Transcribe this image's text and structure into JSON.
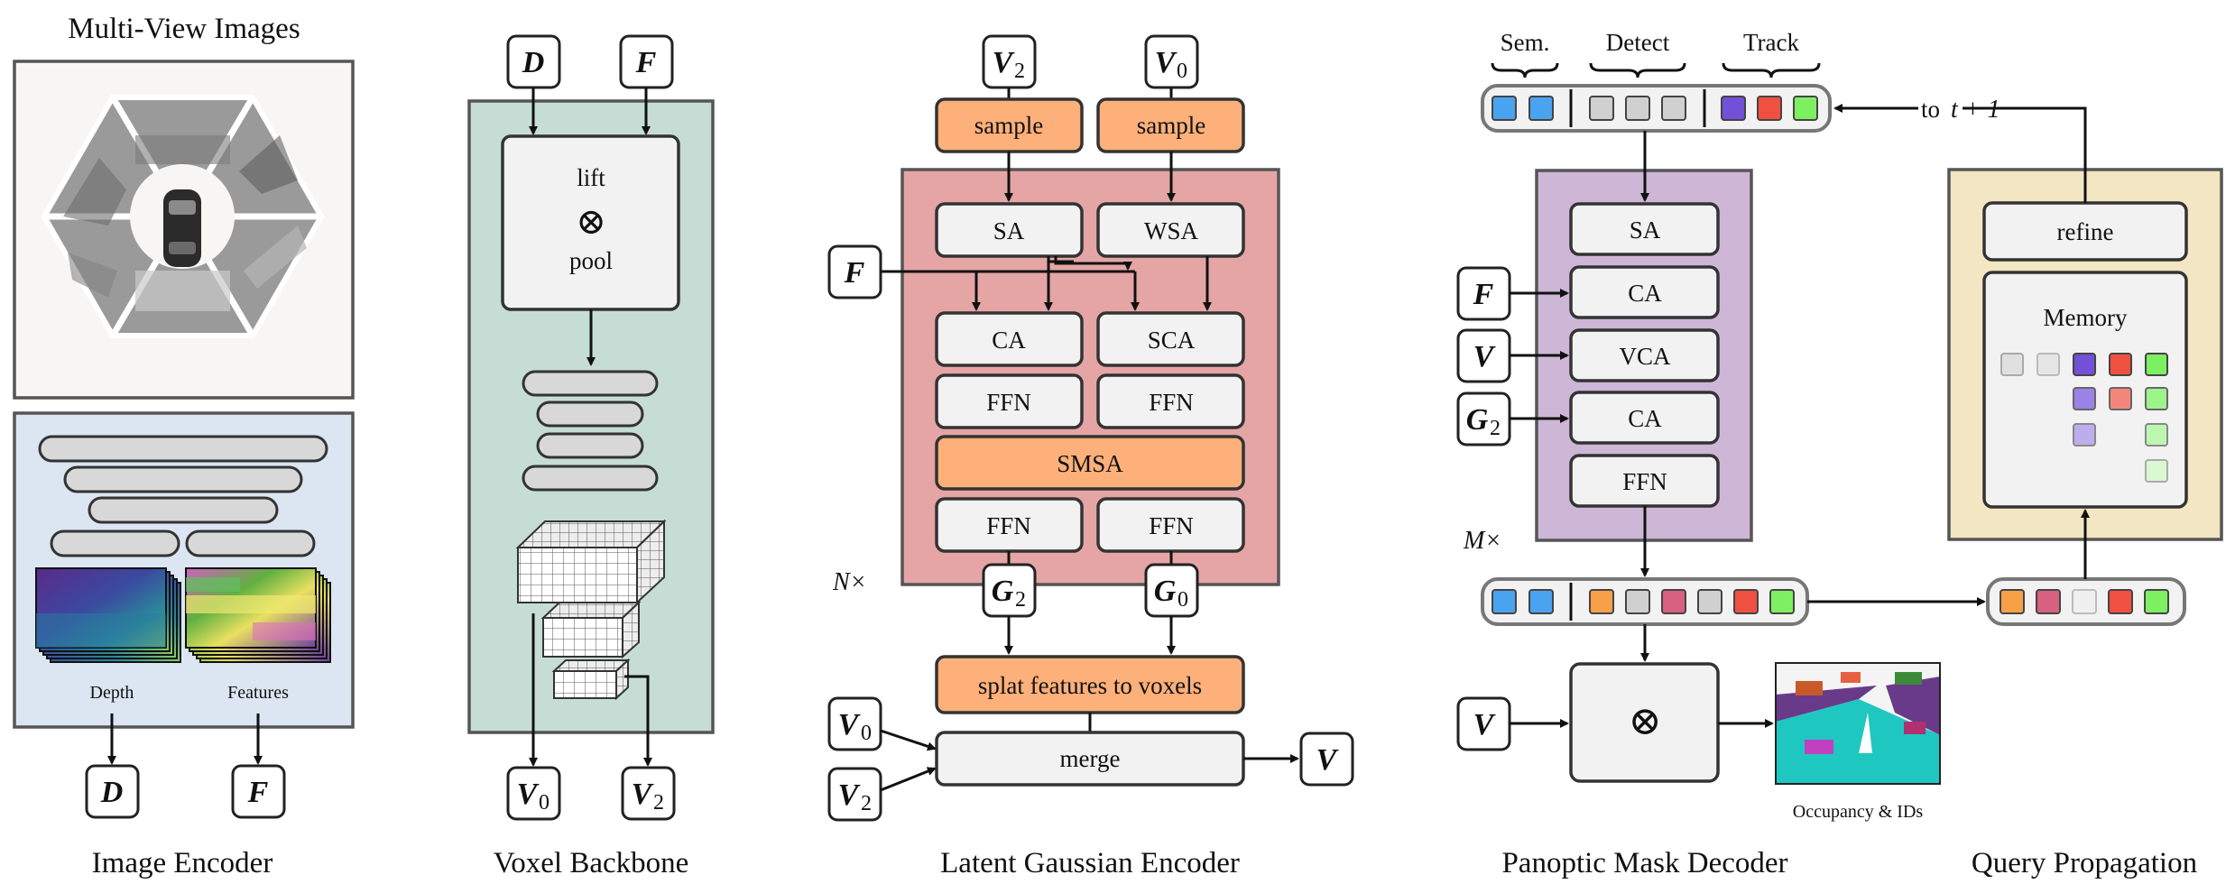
{
  "captions": {
    "image_encoder": "Image Encoder",
    "voxel_backbone": "Voxel Backbone",
    "latent_gaussian_encoder": "Latent Gaussian Encoder",
    "panoptic_mask_decoder": "Panoptic Mask Decoder",
    "query_propagation": "Query Propagation"
  },
  "image_encoder": {
    "title": "Multi-View Images",
    "depth_label": "Depth",
    "features_label": "Features",
    "out_d": "D",
    "out_f": "F"
  },
  "voxel_backbone": {
    "in_d": "D",
    "in_f": "F",
    "lift_line1": "lift",
    "otimes": "⊗",
    "lift_line2": "pool",
    "out_v": "V",
    "out_v0_sub": "0",
    "out_v2_sub": "2"
  },
  "latent_gaussian_encoder": {
    "in_v2_sub": "2",
    "in_v0_sub": "0",
    "sample_label": "sample",
    "sa": "SA",
    "wsa": "WSA",
    "f_input": "F",
    "ca": "CA",
    "sca": "SCA",
    "ffn": "FFN",
    "smsa": "SMSA",
    "repeat": "N×",
    "g": "G",
    "g2_sub": "2",
    "g0_sub": "0",
    "splat": "splat features to voxels",
    "merge": "merge",
    "v": "V",
    "v0_sub": "0",
    "v2_sub": "2"
  },
  "panoptic_mask_decoder": {
    "groups": [
      "Sem.",
      "Detect",
      "Track"
    ],
    "to_next": "to",
    "to_next_math": "t + 1",
    "sa": "SA",
    "ca": "CA",
    "vca": "VCA",
    "ffn": "FFN",
    "in_f": "F",
    "in_v": "V",
    "in_g": "G",
    "in_g_sub": "2",
    "repeat": "M×",
    "otimes": "⊗",
    "out_label": "Occupancy & IDs"
  },
  "query_propagation": {
    "refine": "refine",
    "memory": "Memory"
  },
  "colors": {
    "blue": "#4aa3f0",
    "gray": "#d0d0d0",
    "purple": "#7350d8",
    "red": "#f05040",
    "green": "#7cf060",
    "orange": "#f8a048",
    "pink": "#d86080",
    "encoder_bg": "#dce6f2",
    "backbone_bg": "#c5ddd5",
    "gaussian_bg": "#e5a5a5",
    "decoder_bg": "#cdb6d6",
    "memory_bg": "#f3e6c3",
    "orange_op": "#fdb07a"
  }
}
